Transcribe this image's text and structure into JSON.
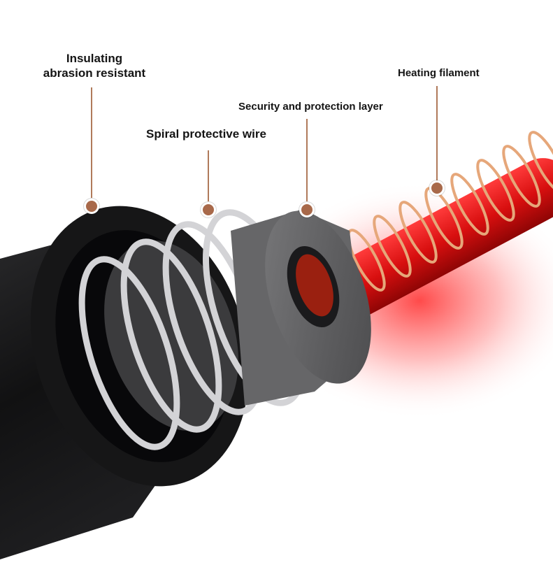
{
  "labels": {
    "insulating_line1": "Insulating",
    "insulating_line2": "abrasion resistant",
    "spiral": "Spiral protective wire",
    "security": "Security and protection layer",
    "heating": "Heating filament"
  },
  "colors": {
    "marker": "#a8694a",
    "leader": "#b07a5a",
    "heating_core": "#d41414",
    "copper_coil": "#e6a77a",
    "steel_spring": "#c9c9cc",
    "inner_layer": "#6c6c6e",
    "outer_jacket": "#1c1c1e"
  }
}
